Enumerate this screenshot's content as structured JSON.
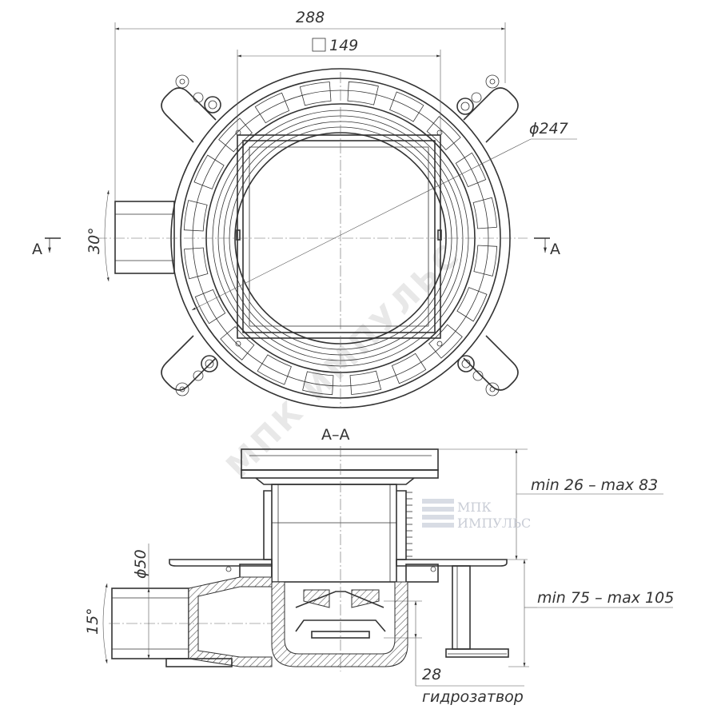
{
  "drawing": {
    "dimensions": {
      "overall_width": "288",
      "grate_size": "149",
      "flange_diameter": "ϕ247",
      "outlet_angle_plan": "30°",
      "outlet_angle_section": "15°",
      "outlet_diameter": "ϕ50",
      "grate_height_range": "min 26 – max 83",
      "body_height_range": "min 75 – max 105",
      "water_seal_height": "28"
    },
    "labels": {
      "section_left": "A",
      "section_right": "A",
      "section_title": "A–A",
      "water_seal_caption": "гидрозатвор"
    },
    "watermark": {
      "diagonal_text": "МПК ИМПУЛЬС",
      "logo_line1": "МПК",
      "logo_line2": "ИМПУЛЬС"
    }
  }
}
